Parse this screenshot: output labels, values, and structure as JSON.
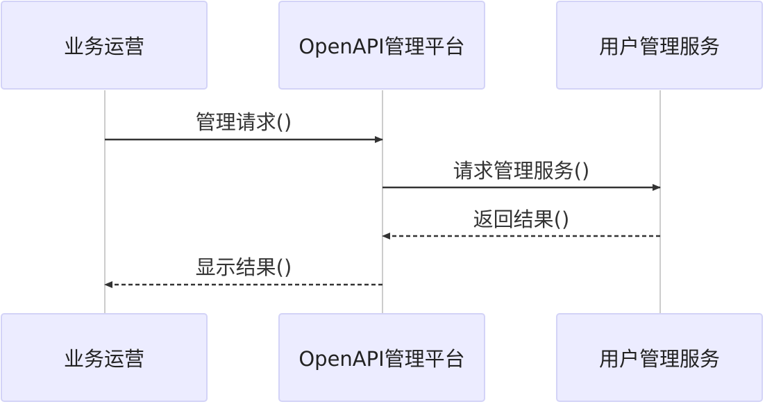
{
  "participants": [
    {
      "id": "ops",
      "label": "业务运营"
    },
    {
      "id": "openapi",
      "label": "OpenAPI管理平台"
    },
    {
      "id": "user_svc",
      "label": "用户管理服务"
    }
  ],
  "messages": [
    {
      "from": "ops",
      "to": "openapi",
      "label": "管理请求()",
      "style": "solid"
    },
    {
      "from": "openapi",
      "to": "user_svc",
      "label": "请求管理服务()",
      "style": "solid"
    },
    {
      "from": "user_svc",
      "to": "openapi",
      "label": "返回结果()",
      "style": "dashed"
    },
    {
      "from": "openapi",
      "to": "ops",
      "label": "显示结果()",
      "style": "dashed"
    }
  ],
  "colors": {
    "actor_fill": "#ececff",
    "actor_border": "#d3d3f7",
    "lifeline": "#bbbbbb",
    "arrow": "#333333"
  }
}
